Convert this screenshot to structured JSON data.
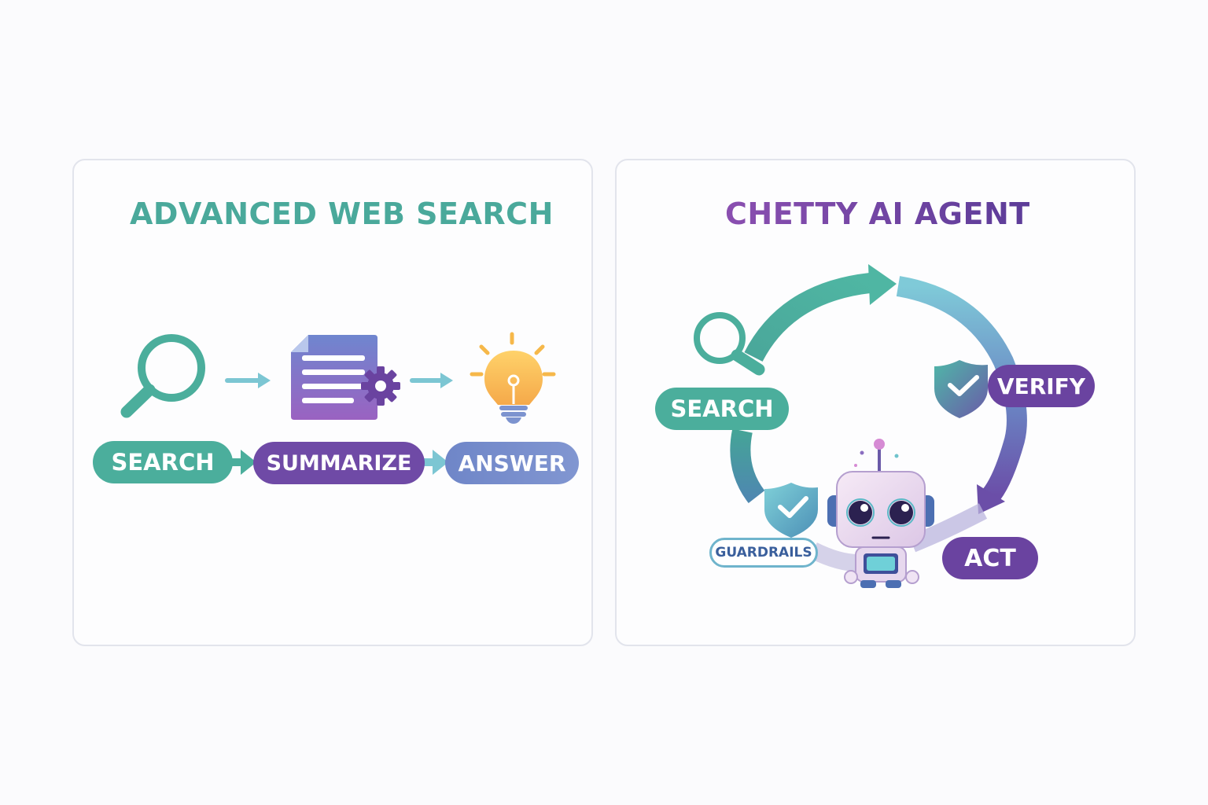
{
  "left_panel": {
    "title": "ADVANCED WEB SEARCH",
    "steps": [
      {
        "label": "SEARCH",
        "icon": "magnifier-icon",
        "color": "#4bae9c"
      },
      {
        "label": "SUMMARIZE",
        "icon": "document-gear-icon",
        "color": "#6f4aa6"
      },
      {
        "label": "ANSWER",
        "icon": "lightbulb-icon",
        "color": "#7c93cf"
      }
    ]
  },
  "right_panel": {
    "title": "CHETTY AI AGENT",
    "labels": {
      "search": "SEARCH",
      "verify": "VERIFY",
      "act": "ACT",
      "guardrails": "GUARDRAILS"
    },
    "icons": [
      "magnifier-icon",
      "shield-check-icon",
      "robot-icon",
      "cycle-arrow-icon"
    ]
  },
  "colors": {
    "teal": "#4bae9c",
    "purple": "#6f4aa6",
    "blue": "#7c93cf",
    "light_blue": "#7ec6d6",
    "amber": "#f6b84a"
  }
}
